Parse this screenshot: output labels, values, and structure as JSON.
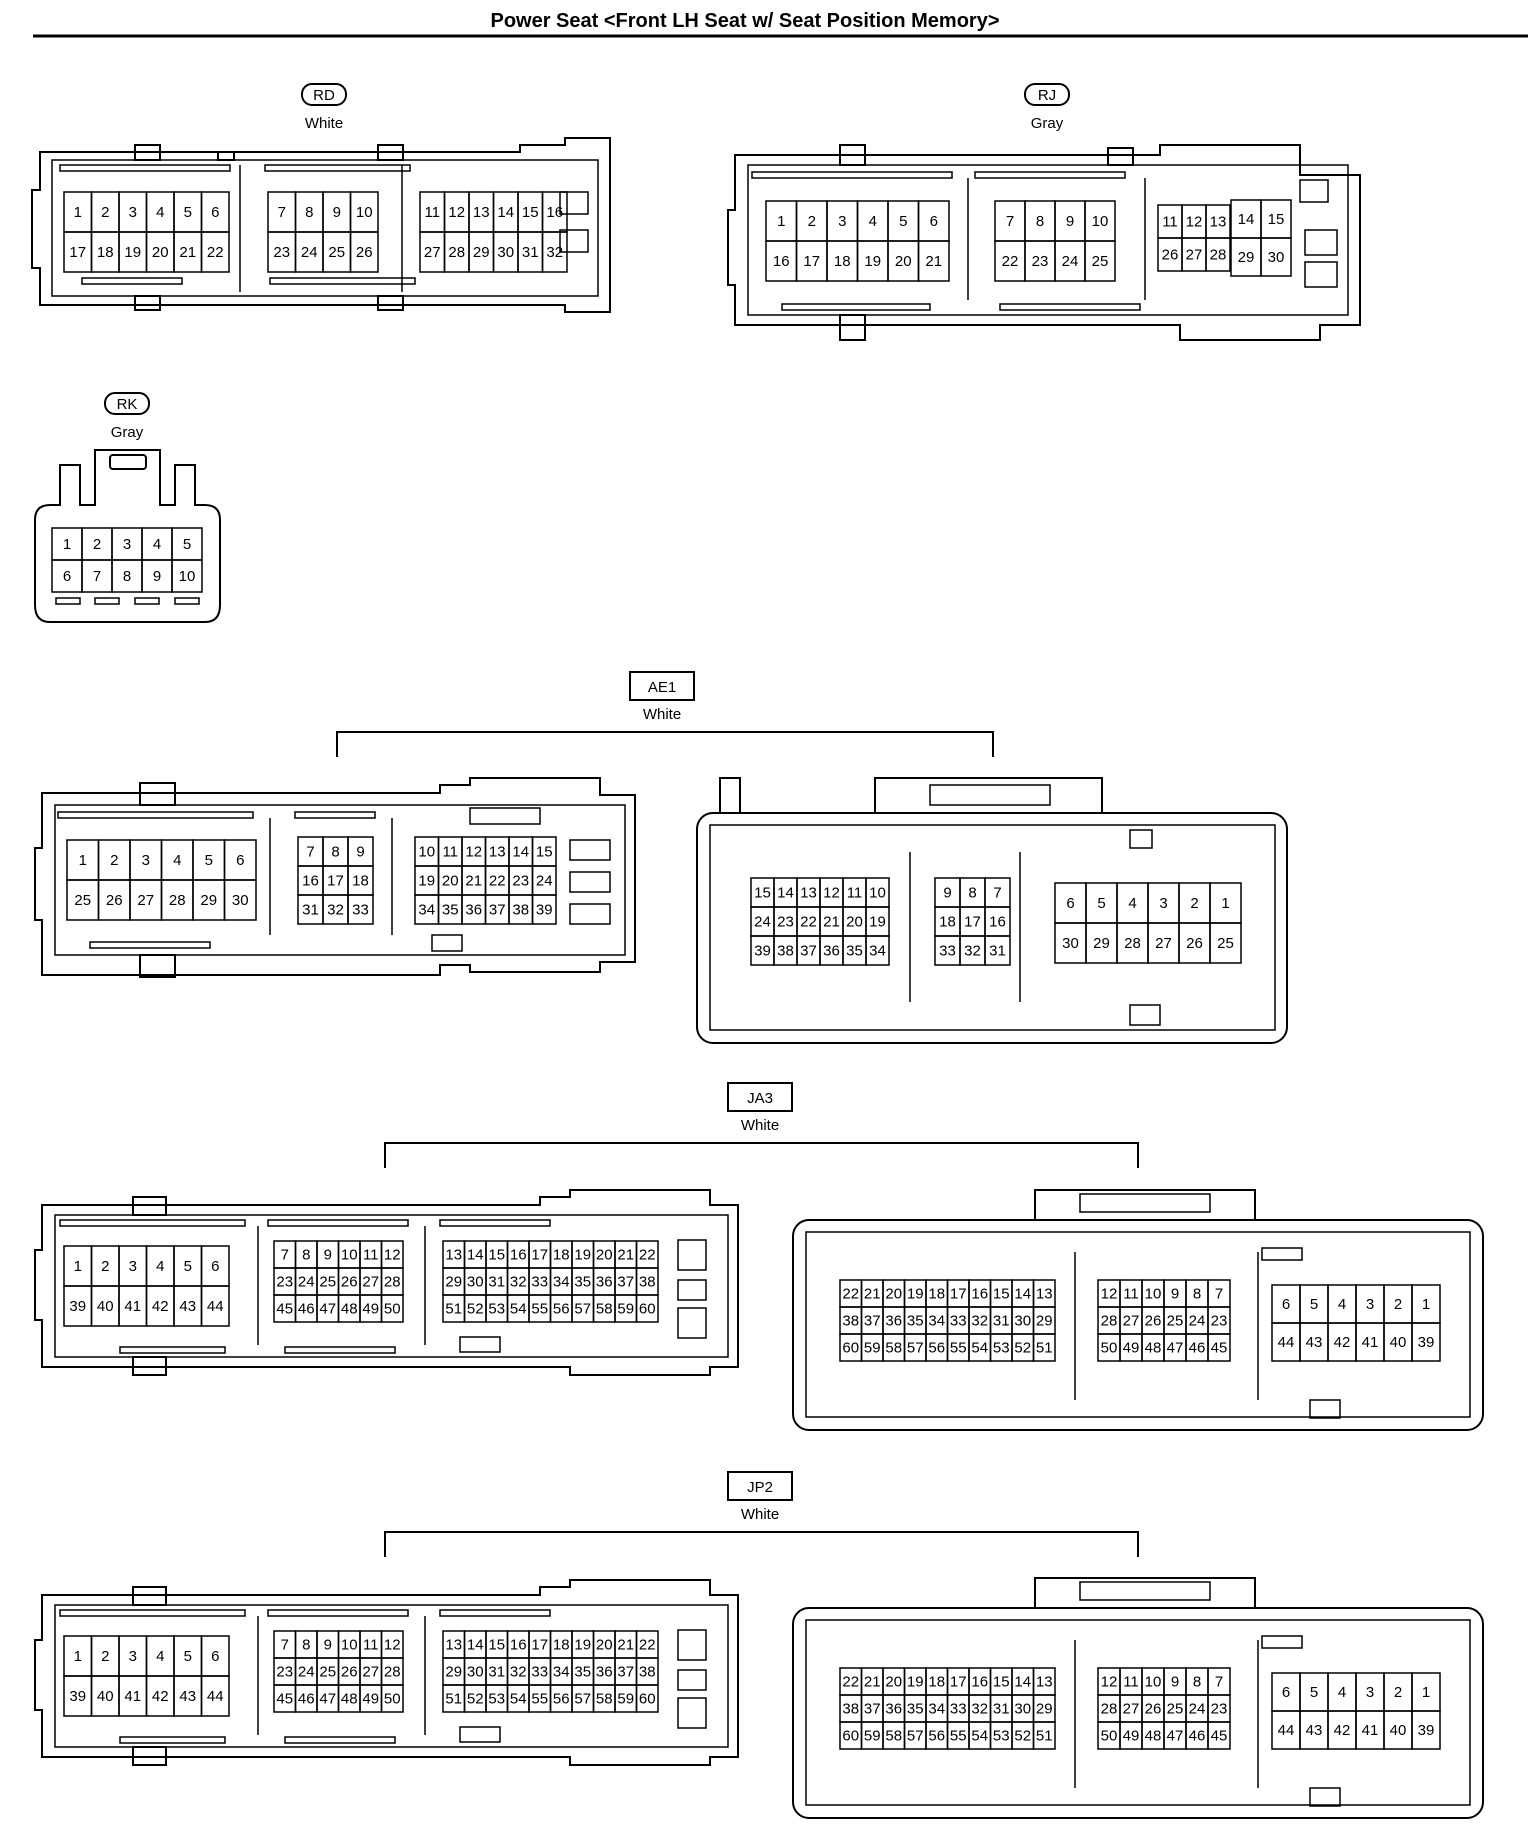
{
  "title": "Power Seat <Front LH Seat w/ Seat Position Memory>",
  "connectors": {
    "rd": {
      "code": "RD",
      "color": "White",
      "groups": [
        [
          [
            "1",
            "2",
            "3",
            "4",
            "5",
            "6"
          ],
          [
            "17",
            "18",
            "19",
            "20",
            "21",
            "22"
          ]
        ],
        [
          [
            "7",
            "8",
            "9",
            "10"
          ],
          [
            "23",
            "24",
            "25",
            "26"
          ]
        ],
        [
          [
            "11",
            "12",
            "13",
            "14",
            "15",
            "16"
          ],
          [
            "27",
            "28",
            "29",
            "30",
            "31",
            "32"
          ]
        ]
      ]
    },
    "rj": {
      "code": "RJ",
      "color": "Gray",
      "groups": [
        [
          [
            "1",
            "2",
            "3",
            "4",
            "5",
            "6"
          ],
          [
            "16",
            "17",
            "18",
            "19",
            "20",
            "21"
          ]
        ],
        [
          [
            "7",
            "8",
            "9",
            "10"
          ],
          [
            "22",
            "23",
            "24",
            "25"
          ]
        ],
        [
          [
            "11",
            "12",
            "13"
          ],
          [
            "26",
            "27",
            "28"
          ]
        ],
        [
          [
            "14",
            "15"
          ],
          [
            "29",
            "30"
          ]
        ]
      ]
    },
    "rk": {
      "code": "RK",
      "color": "Gray",
      "groups": [
        [
          [
            "1",
            "2",
            "3",
            "4",
            "5"
          ],
          [
            "6",
            "7",
            "8",
            "9",
            "10"
          ]
        ]
      ]
    },
    "ae1": {
      "code": "AE1",
      "color": "White",
      "left_groups": [
        [
          [
            "1",
            "2",
            "3",
            "4",
            "5",
            "6"
          ],
          [
            "25",
            "26",
            "27",
            "28",
            "29",
            "30"
          ]
        ],
        [
          [
            "7",
            "8",
            "9"
          ],
          [
            "16",
            "17",
            "18"
          ],
          [
            "31",
            "32",
            "33"
          ]
        ],
        [
          [
            "10",
            "11",
            "12",
            "13",
            "14",
            "15"
          ],
          [
            "19",
            "20",
            "21",
            "22",
            "23",
            "24"
          ],
          [
            "34",
            "35",
            "36",
            "37",
            "38",
            "39"
          ]
        ]
      ],
      "right_groups": [
        [
          [
            "15",
            "14",
            "13",
            "12",
            "11",
            "10"
          ],
          [
            "24",
            "23",
            "22",
            "21",
            "20",
            "19"
          ],
          [
            "39",
            "38",
            "37",
            "36",
            "35",
            "34"
          ]
        ],
        [
          [
            "9",
            "8",
            "7"
          ],
          [
            "18",
            "17",
            "16"
          ],
          [
            "33",
            "32",
            "31"
          ]
        ],
        [
          [
            "6",
            "5",
            "4",
            "3",
            "2",
            "1"
          ],
          [
            "30",
            "29",
            "28",
            "27",
            "26",
            "25"
          ]
        ]
      ]
    },
    "ja3": {
      "code": "JA3",
      "color": "White",
      "left_groups": [
        [
          [
            "1",
            "2",
            "3",
            "4",
            "5",
            "6"
          ],
          [
            "39",
            "40",
            "41",
            "42",
            "43",
            "44"
          ]
        ],
        [
          [
            "7",
            "8",
            "9",
            "10",
            "11",
            "12"
          ],
          [
            "23",
            "24",
            "25",
            "26",
            "27",
            "28"
          ],
          [
            "45",
            "46",
            "47",
            "48",
            "49",
            "50"
          ]
        ],
        [
          [
            "13",
            "14",
            "15",
            "16",
            "17",
            "18",
            "19",
            "20",
            "21",
            "22"
          ],
          [
            "29",
            "30",
            "31",
            "32",
            "33",
            "34",
            "35",
            "36",
            "37",
            "38"
          ],
          [
            "51",
            "52",
            "53",
            "54",
            "55",
            "56",
            "57",
            "58",
            "59",
            "60"
          ]
        ]
      ],
      "right_groups": [
        [
          [
            "22",
            "21",
            "20",
            "19",
            "18",
            "17",
            "16",
            "15",
            "14",
            "13"
          ],
          [
            "38",
            "37",
            "36",
            "35",
            "34",
            "33",
            "32",
            "31",
            "30",
            "29"
          ],
          [
            "60",
            "59",
            "58",
            "57",
            "56",
            "55",
            "54",
            "53",
            "52",
            "51"
          ]
        ],
        [
          [
            "12",
            "11",
            "10",
            "9",
            "8",
            "7"
          ],
          [
            "28",
            "27",
            "26",
            "25",
            "24",
            "23"
          ],
          [
            "50",
            "49",
            "48",
            "47",
            "46",
            "45"
          ]
        ],
        [
          [
            "6",
            "5",
            "4",
            "3",
            "2",
            "1"
          ],
          [
            "44",
            "43",
            "42",
            "41",
            "40",
            "39"
          ]
        ]
      ]
    },
    "jp2": {
      "code": "JP2",
      "color": "White",
      "left_groups": [
        [
          [
            "1",
            "2",
            "3",
            "4",
            "5",
            "6"
          ],
          [
            "39",
            "40",
            "41",
            "42",
            "43",
            "44"
          ]
        ],
        [
          [
            "7",
            "8",
            "9",
            "10",
            "11",
            "12"
          ],
          [
            "23",
            "24",
            "25",
            "26",
            "27",
            "28"
          ],
          [
            "45",
            "46",
            "47",
            "48",
            "49",
            "50"
          ]
        ],
        [
          [
            "13",
            "14",
            "15",
            "16",
            "17",
            "18",
            "19",
            "20",
            "21",
            "22"
          ],
          [
            "29",
            "30",
            "31",
            "32",
            "33",
            "34",
            "35",
            "36",
            "37",
            "38"
          ],
          [
            "51",
            "52",
            "53",
            "54",
            "55",
            "56",
            "57",
            "58",
            "59",
            "60"
          ]
        ]
      ],
      "right_groups": [
        [
          [
            "22",
            "21",
            "20",
            "19",
            "18",
            "17",
            "16",
            "15",
            "14",
            "13"
          ],
          [
            "38",
            "37",
            "36",
            "35",
            "34",
            "33",
            "32",
            "31",
            "30",
            "29"
          ],
          [
            "60",
            "59",
            "58",
            "57",
            "56",
            "55",
            "54",
            "53",
            "52",
            "51"
          ]
        ],
        [
          [
            "12",
            "11",
            "10",
            "9",
            "8",
            "7"
          ],
          [
            "28",
            "27",
            "26",
            "25",
            "24",
            "23"
          ],
          [
            "50",
            "49",
            "48",
            "47",
            "46",
            "45"
          ]
        ],
        [
          [
            "6",
            "5",
            "4",
            "3",
            "2",
            "1"
          ],
          [
            "44",
            "43",
            "42",
            "41",
            "40",
            "39"
          ]
        ]
      ]
    }
  }
}
